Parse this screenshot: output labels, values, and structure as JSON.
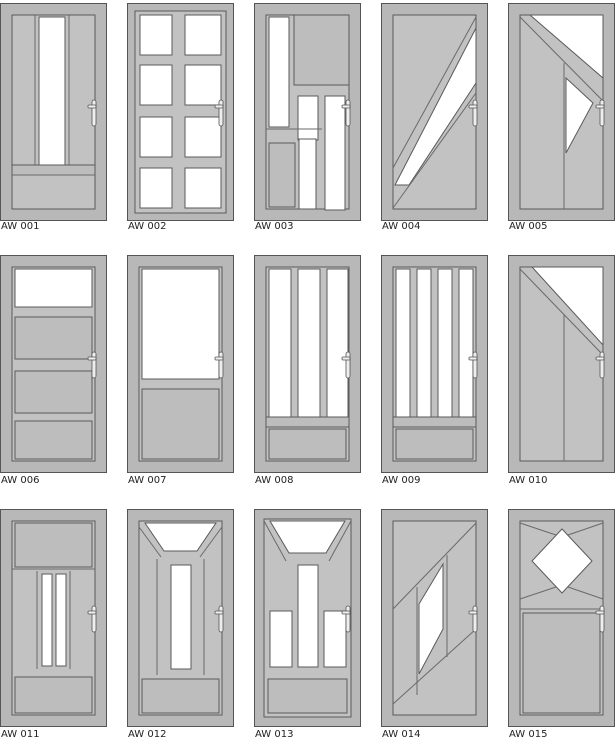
{
  "catalog": {
    "doors": [
      {
        "code": "AW 001",
        "design": "narrow-vertical-glass"
      },
      {
        "code": "AW 002",
        "design": "eight-pane-grid"
      },
      {
        "code": "AW 003",
        "design": "stepped-glass"
      },
      {
        "code": "AW 004",
        "design": "diagonal-glass-strip"
      },
      {
        "code": "AW 005",
        "design": "diagonal-triangle-glass"
      },
      {
        "code": "AW 006",
        "design": "top-glass-three-panels"
      },
      {
        "code": "AW 007",
        "design": "large-glass-bottom-panel"
      },
      {
        "code": "AW 008",
        "design": "three-vertical-glass"
      },
      {
        "code": "AW 009",
        "design": "four-vertical-glass"
      },
      {
        "code": "AW 010",
        "design": "top-triangle-glass"
      },
      {
        "code": "AW 011",
        "design": "two-vertical-glass-with-panels"
      },
      {
        "code": "AW 012",
        "design": "trapezoid-top-glass-strip"
      },
      {
        "code": "AW 013",
        "design": "trapezoid-top-multi-glass"
      },
      {
        "code": "AW 014",
        "design": "diagonal-stripes-glass"
      },
      {
        "code": "AW 015",
        "design": "diamond-glass"
      }
    ]
  }
}
